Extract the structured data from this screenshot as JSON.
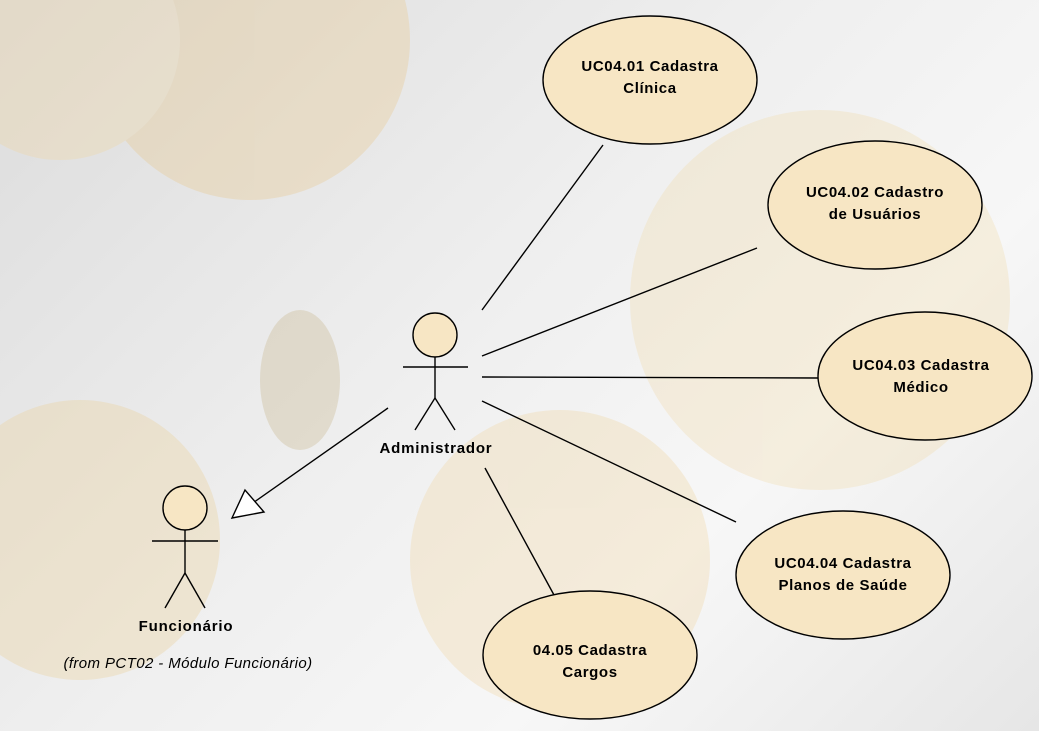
{
  "actors": {
    "administrador": {
      "name": "Administrador"
    },
    "funcionario": {
      "name": "Funcionário",
      "note": "(from PCT02 - Módulo Funcionário)"
    }
  },
  "use_cases": {
    "uc0401": {
      "line1": "UC04.01 Cadastra",
      "line2": "Clínica"
    },
    "uc0402": {
      "line1": "UC04.02 Cadastro",
      "line2": "de Usuários"
    },
    "uc0403": {
      "line1": "UC04.03 Cadastra",
      "line2": "Médico"
    },
    "uc0404": {
      "line1": "UC04.04 Cadastra",
      "line2": "Planos de Saúde"
    },
    "uc0405": {
      "line1": "04.05 Cadastra",
      "line2": "Cargos"
    }
  },
  "colors": {
    "use_case_fill": "#f7e6c4",
    "line": "#000000"
  }
}
